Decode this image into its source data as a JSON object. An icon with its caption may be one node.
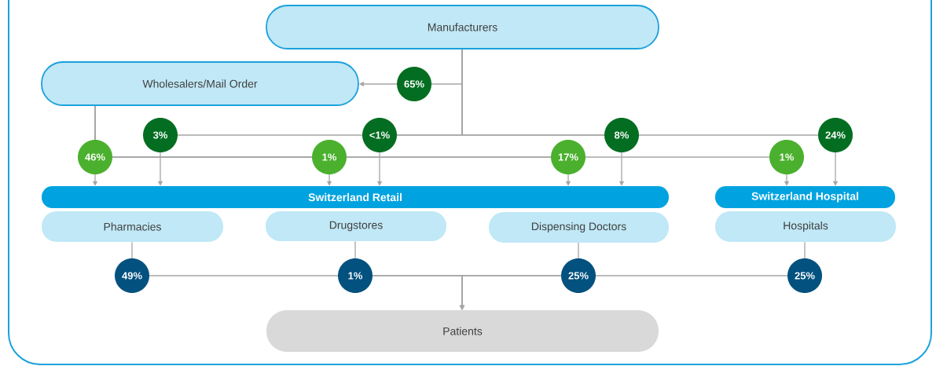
{
  "diagram": {
    "nodes": [
      {
        "text": [
          "Manufacturers"
        ]
      },
      {
        "text": [
          "Wholesalers/Mail Order"
        ]
      },
      {
        "text": [
          "Switzerland Retail"
        ]
      },
      {
        "text": [
          "Switzerland Hospital"
        ]
      },
      {
        "text": [
          "Pharmacies"
        ]
      },
      {
        "text": [
          "Drugstores"
        ]
      },
      {
        "text": [
          "Dispensing Doctors"
        ]
      },
      {
        "text": [
          "Hospitals"
        ]
      },
      {
        "text": [
          "Patients"
        ]
      }
    ],
    "edges": [
      {
        "from": 0,
        "to": 1,
        "arrow": "to",
        "label": "65%"
      },
      {
        "from": 0,
        "to": 2,
        "arrow": "to",
        "label": "3%"
      },
      {
        "from": 0,
        "to": 2,
        "arrow": "to",
        "label": "<1%"
      },
      {
        "from": 0,
        "to": 2,
        "arrow": "to",
        "label": "8%"
      },
      {
        "from": 0,
        "to": 3,
        "arrow": "to",
        "label": "24%"
      },
      {
        "from": 1,
        "to": 2,
        "arrow": "to",
        "label": "46%"
      },
      {
        "from": 1,
        "to": 2,
        "arrow": "to",
        "label": "1%"
      },
      {
        "from": 1,
        "to": 2,
        "arrow": "to",
        "label": "17%"
      },
      {
        "from": 1,
        "to": 3,
        "arrow": "to",
        "label": "1%"
      },
      {
        "from": 4,
        "to": 8,
        "arrow": "to",
        "label": "49%"
      },
      {
        "from": 5,
        "to": 8,
        "arrow": "to",
        "label": "1%"
      },
      {
        "from": 6,
        "to": 8,
        "arrow": "to",
        "label": "25%"
      },
      {
        "from": 7,
        "to": 8,
        "arrow": "to",
        "label": "25%"
      }
    ]
  }
}
